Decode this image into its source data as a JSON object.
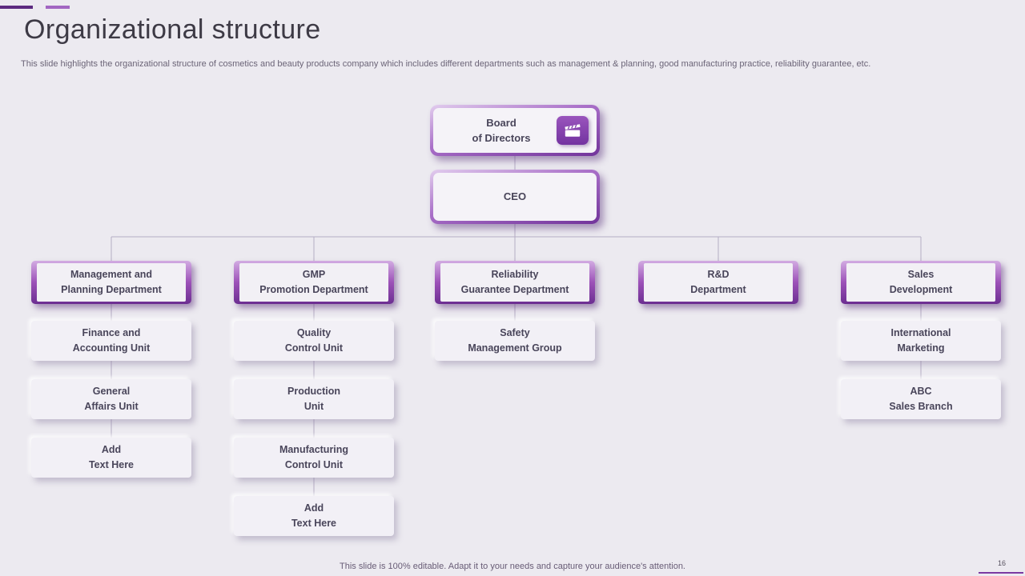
{
  "slide": {
    "title": "Organizational structure",
    "subtitle": "This slide highlights the organizational structure of cosmetics and beauty products company which includes different departments such as management & planning, good manufacturing practice, reliability guarantee, etc.",
    "footer": "This slide is 100% editable. Adapt it to your needs and capture your audience's attention.",
    "page_number": "16"
  },
  "colors": {
    "accent_dark": "#6c2e91",
    "accent": "#9c51b8",
    "accent_light": "#d2abe2",
    "background": "#eceaf0",
    "connector": "#b5adc4",
    "text_dark": "#49455a"
  },
  "org": {
    "board": "Board\nof Directors",
    "board_icon": "clapperboard-icon",
    "ceo": "CEO",
    "departments": [
      {
        "label": "Management and\nPlanning Department",
        "children": [
          "Finance and\nAccounting Unit",
          "General\nAffairs Unit",
          "Add\nText Here"
        ]
      },
      {
        "label": "GMP\nPromotion Department",
        "children": [
          "Quality\nControl Unit",
          "Production\nUnit",
          "Manufacturing\nControl Unit",
          "Add\nText Here"
        ]
      },
      {
        "label": "Reliability\nGuarantee Department",
        "children": [
          "Safety\nManagement Group"
        ]
      },
      {
        "label": "R&D\nDepartment",
        "children": []
      },
      {
        "label": "Sales\nDevelopment",
        "children": [
          "International\nMarketing",
          "ABC\nSales Branch"
        ]
      }
    ]
  }
}
